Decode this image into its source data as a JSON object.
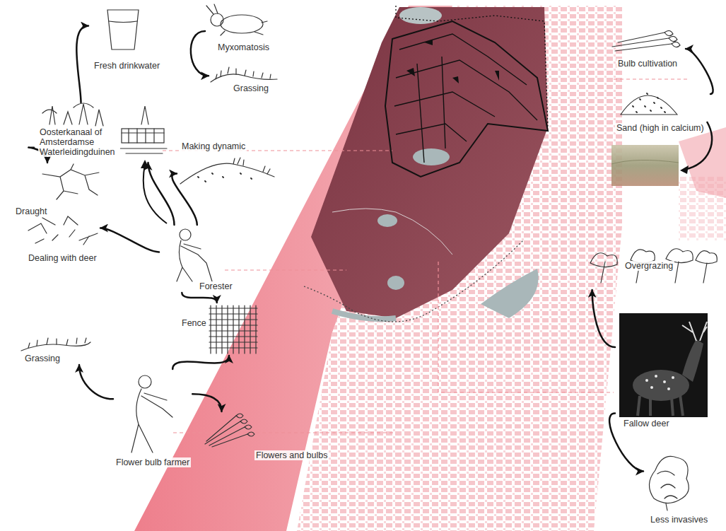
{
  "diagram": {
    "nodes": [
      {
        "text": [
          "Fresh drinkwater"
        ]
      },
      {
        "text": [
          "Myxomatosis"
        ]
      },
      {
        "text": [
          "Grassing"
        ]
      },
      {
        "text": [
          "Oosterkanaal of Amsterdamse Waterleidingduinen"
        ]
      },
      {
        "text": [
          "Draught"
        ]
      },
      {
        "text": [
          "Making dynamic"
        ]
      },
      {
        "text": [
          "Dealing with deer"
        ]
      },
      {
        "text": [
          "Forester"
        ]
      },
      {
        "text": [
          "Fence"
        ]
      },
      {
        "text": [
          "Grassing"
        ]
      },
      {
        "text": [
          "Flower bulb farmer"
        ]
      },
      {
        "text": [
          "Flowers and bulbs"
        ]
      },
      {
        "text": [
          "Bulb cultivation"
        ]
      },
      {
        "text": [
          "Sand (high in calcium)"
        ]
      },
      {
        "text": [
          "Overgrazing"
        ]
      },
      {
        "text": [
          "Fallow deer"
        ]
      },
      {
        "text": [
          "Less invasives"
        ]
      }
    ],
    "edges": [
      {
        "from": 3,
        "to": 0,
        "arrow": "to"
      },
      {
        "from": 3,
        "to": 4,
        "arrow": "to"
      },
      {
        "from": 1,
        "to": 2,
        "arrow": "to"
      },
      {
        "from": 7,
        "to": 3,
        "arrow": "to"
      },
      {
        "from": 7,
        "to": 5,
        "arrow": "to"
      },
      {
        "from": 7,
        "to": 6,
        "arrow": "to"
      },
      {
        "from": 7,
        "to": 8,
        "arrow": "to"
      },
      {
        "from": 10,
        "to": 9,
        "arrow": "to"
      },
      {
        "from": 10,
        "to": 8,
        "arrow": "to"
      },
      {
        "from": 10,
        "to": 11,
        "arrow": "to"
      },
      {
        "from": 13,
        "to": 12,
        "arrow": "to"
      },
      {
        "from": 15,
        "to": 14,
        "arrow": "to"
      },
      {
        "from": 15,
        "to": 16,
        "arrow": "to"
      }
    ]
  }
}
